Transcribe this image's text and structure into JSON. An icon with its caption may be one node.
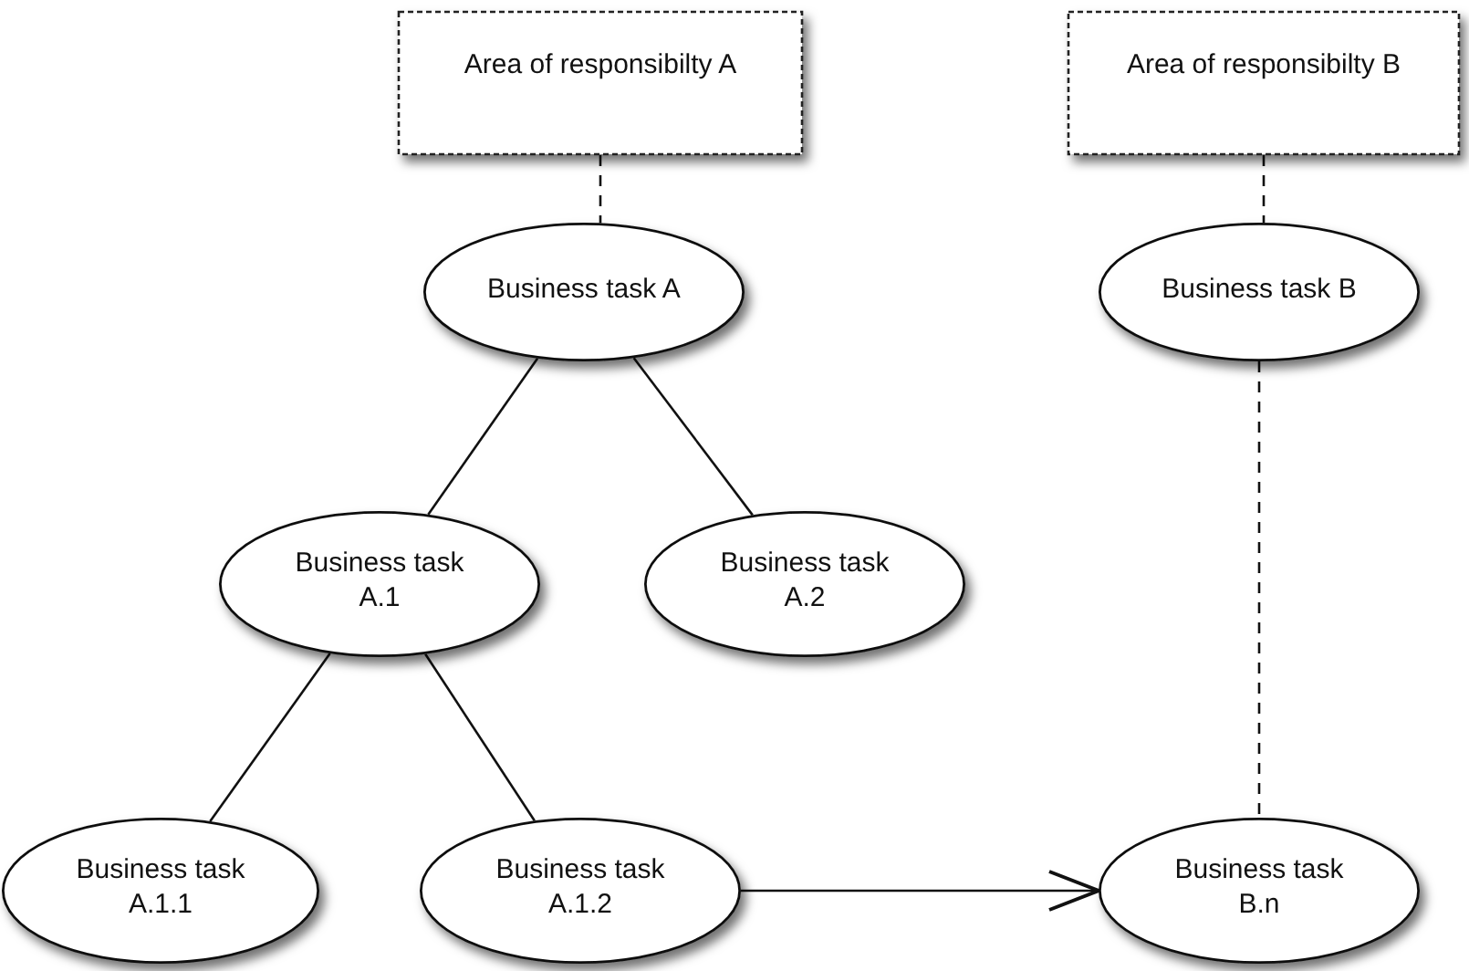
{
  "diagram": {
    "nodes": [
      {
        "text": [
          "Area of responsibilty A"
        ]
      },
      {
        "text": [
          "Area of responsibilty B"
        ]
      },
      {
        "text": [
          "Business task A"
        ]
      },
      {
        "text": [
          "Business task B"
        ]
      },
      {
        "text": [
          "Business task A.1"
        ]
      },
      {
        "text": [
          "Business task A.2"
        ]
      },
      {
        "text": [
          "Business task A.1.1"
        ]
      },
      {
        "text": [
          "Business task A.1.2"
        ]
      },
      {
        "text": [
          "Business task B.n"
        ]
      }
    ],
    "edges": [
      {
        "from": 0,
        "to": 2,
        "arrow": "none",
        "style": "dashed"
      },
      {
        "from": 1,
        "to": 3,
        "arrow": "none",
        "style": "dashed"
      },
      {
        "from": 2,
        "to": 4,
        "arrow": "none"
      },
      {
        "from": 2,
        "to": 5,
        "arrow": "none"
      },
      {
        "from": 4,
        "to": 6,
        "arrow": "none"
      },
      {
        "from": 4,
        "to": 7,
        "arrow": "none"
      },
      {
        "from": 7,
        "to": 8,
        "arrow": "to"
      },
      {
        "from": 3,
        "to": 8,
        "arrow": "none",
        "style": "dashed"
      }
    ]
  }
}
